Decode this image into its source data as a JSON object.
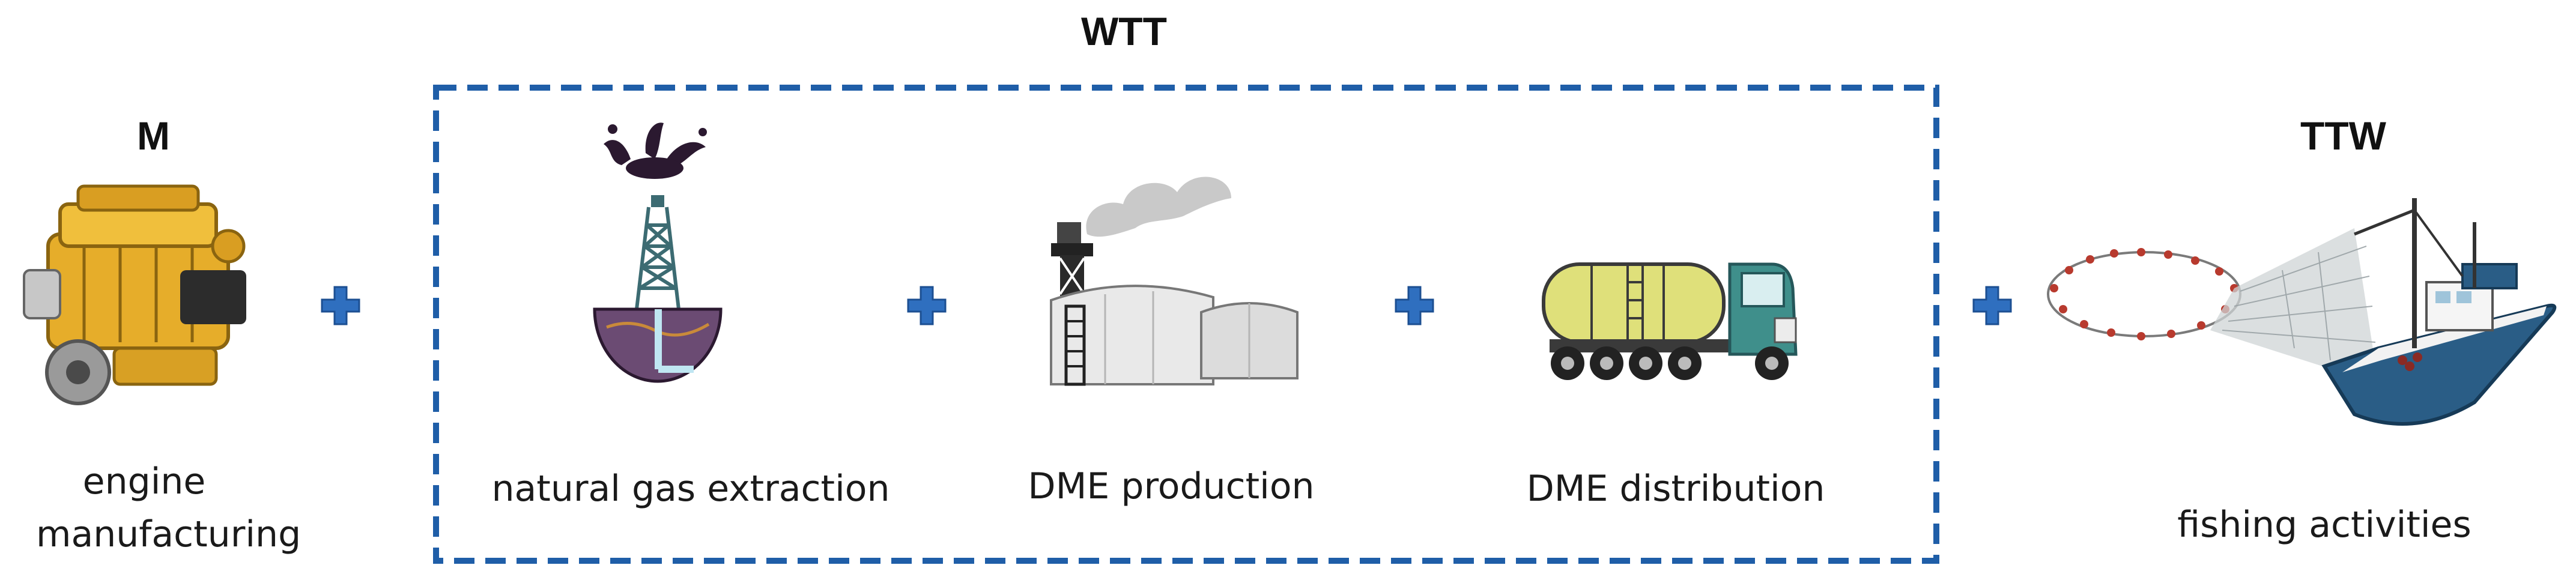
{
  "headings": {
    "m": "M",
    "wtt": "WTT",
    "ttw": "TTW"
  },
  "stages": {
    "engine": {
      "line1": "engine",
      "line2": "manufacturing",
      "icon": "engine-icon"
    },
    "gas": {
      "label": "natural gas extraction",
      "icon": "gas-well-icon"
    },
    "production": {
      "label": "DME production",
      "icon": "refinery-icon"
    },
    "distribution": {
      "label": "DME distribution",
      "icon": "tanker-truck-icon"
    },
    "fishing": {
      "label": "fishing activities",
      "icon": "fishing-boat-icon"
    }
  },
  "operator_icon": "plus-icon",
  "colors": {
    "boundary": "#1f5ea8",
    "plus": "#2f6fbf",
    "text": "#111111"
  }
}
